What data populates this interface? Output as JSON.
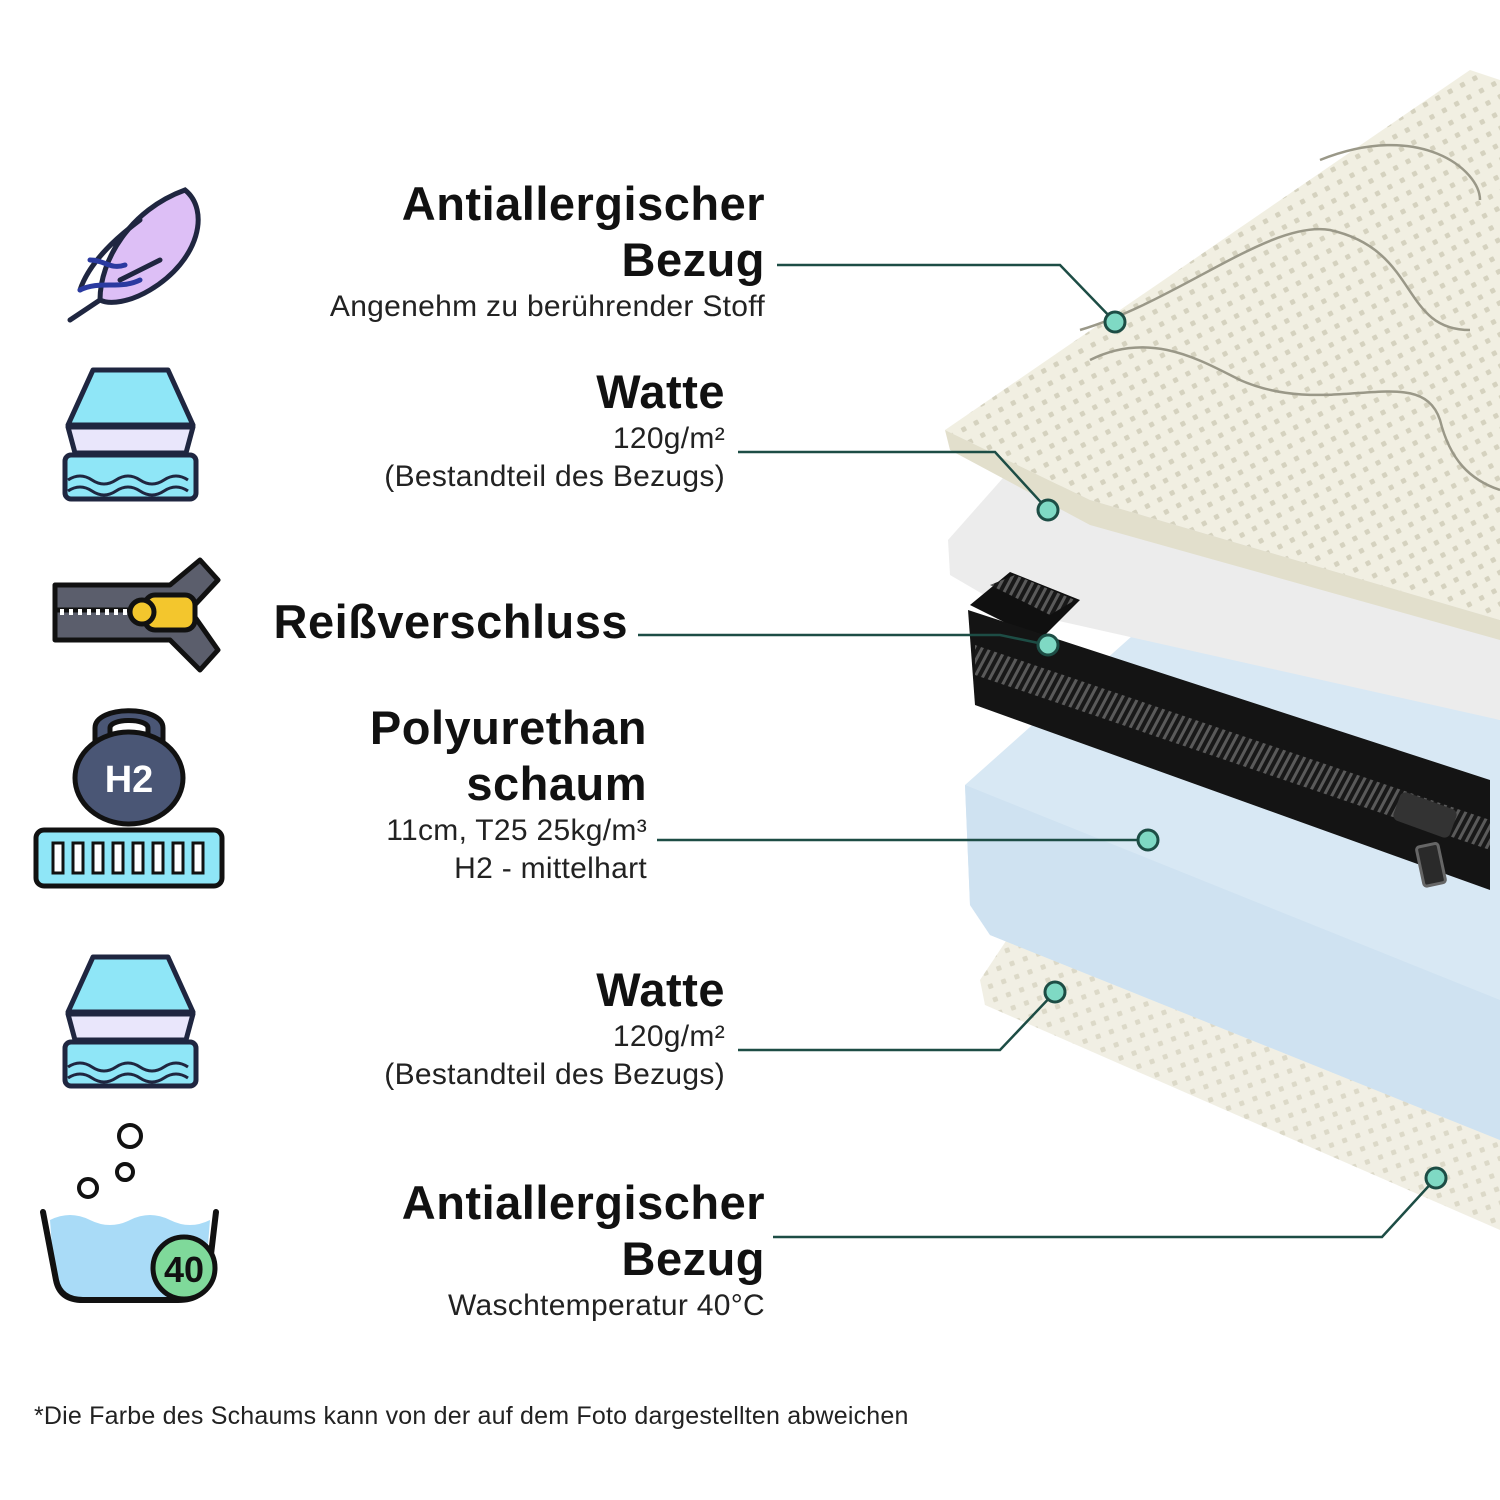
{
  "colors": {
    "leader_line": "#1d4d45",
    "dot_fill": "#7fd9c4",
    "icon_outline": "#1f2640",
    "feather_purple": "#d9b8f5",
    "layer_cyan": "#8fe6f7",
    "layer_lavender": "#e9e6fb",
    "zipper_yellow": "#f3c62d",
    "weight_slate": "#4a5675",
    "water_blue": "#a9dbf7",
    "badge_green": "#7fd99a"
  },
  "icons": [
    "feather-icon",
    "layers-icon",
    "zipper-icon",
    "h2-kettlebell-icon",
    "layers-icon",
    "washing-40-icon"
  ],
  "badges": {
    "h2": "H2",
    "wash_temp": "40"
  },
  "layers": [
    {
      "title_line1": "Antiallergischer",
      "title_line2": "Bezug",
      "detail": "Angenehm zu berührender Stoff"
    },
    {
      "title": "Watte",
      "detail_line1": "120g/m²",
      "detail_line2": "(Bestandteil des Bezugs)"
    },
    {
      "title": "Reißverschluss"
    },
    {
      "title_line1": "Polyurethan",
      "title_line2": "schaum",
      "detail_line1": "11cm, T25 25kg/m³",
      "detail_line2": "H2 - mittelhart"
    },
    {
      "title": "Watte",
      "detail_line1": "120g/m²",
      "detail_line2": "(Bestandteil des Bezugs)"
    },
    {
      "title_line1": "Antiallergischer",
      "title_line2": "Bezug",
      "detail": "Waschtemperatur 40°C"
    }
  ],
  "footnote": "*Die Farbe des Schaums kann von der auf dem Foto dargestellten abweichen"
}
